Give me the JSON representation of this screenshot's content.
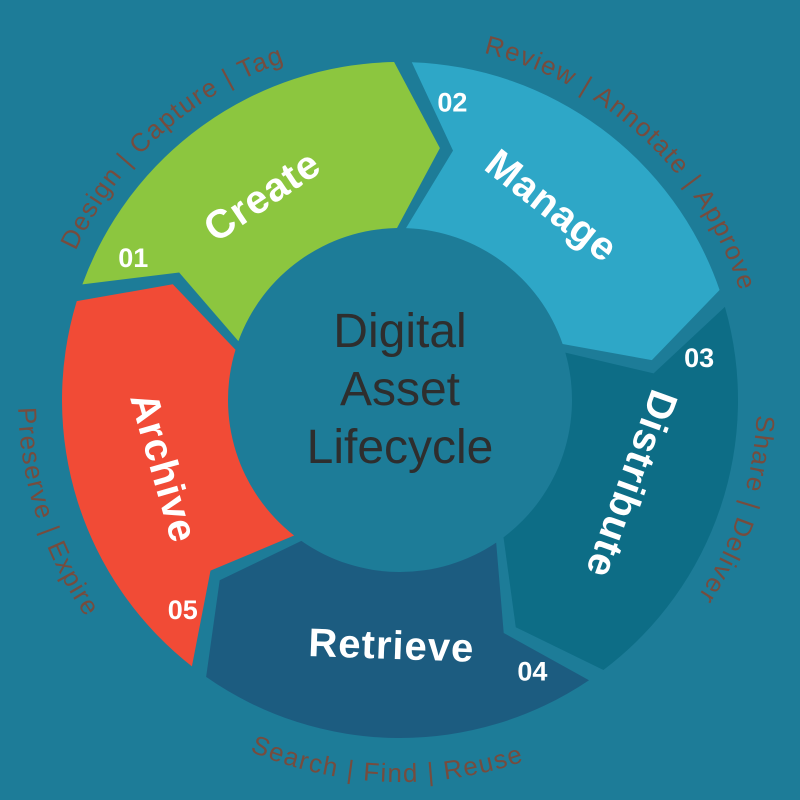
{
  "diagram": {
    "title_lines": [
      "Digital",
      "Asset",
      "Lifecycle"
    ],
    "colors": {
      "background": "#1d7c98",
      "title_text": "#2e2e2e",
      "caption_text": "#7b4a3a",
      "label_text": "#ffffff",
      "number_text": "#ffffff"
    },
    "segments": [
      {
        "label": "Create",
        "number": "01",
        "color": "#8cc63f",
        "caption": "Design | Capture | Tag",
        "start_angle": 290,
        "caption_angle": 318,
        "flip": false,
        "caption_flip": false
      },
      {
        "label": "Manage",
        "number": "02",
        "color": "#2ea7c7",
        "caption": "Review | Annotate | Approve",
        "start_angle": 2,
        "caption_angle": 43,
        "flip": false,
        "caption_flip": false
      },
      {
        "label": "Distribute",
        "number": "03",
        "color": "#0d6d86",
        "caption": "Share | Deliver",
        "start_angle": 74,
        "caption_angle": 108,
        "flip": false,
        "caption_flip": false
      },
      {
        "label": "Retrieve",
        "number": "04",
        "color": "#1c5c80",
        "caption": "Search | Find | Reuse",
        "start_angle": 146,
        "caption_angle": 182,
        "flip": true,
        "caption_flip": true
      },
      {
        "label": "Archive",
        "number": "05",
        "color": "#f14b36",
        "caption": "Preserve | Expire",
        "start_angle": 218,
        "caption_angle": 252,
        "flip": true,
        "caption_flip": true
      }
    ]
  }
}
